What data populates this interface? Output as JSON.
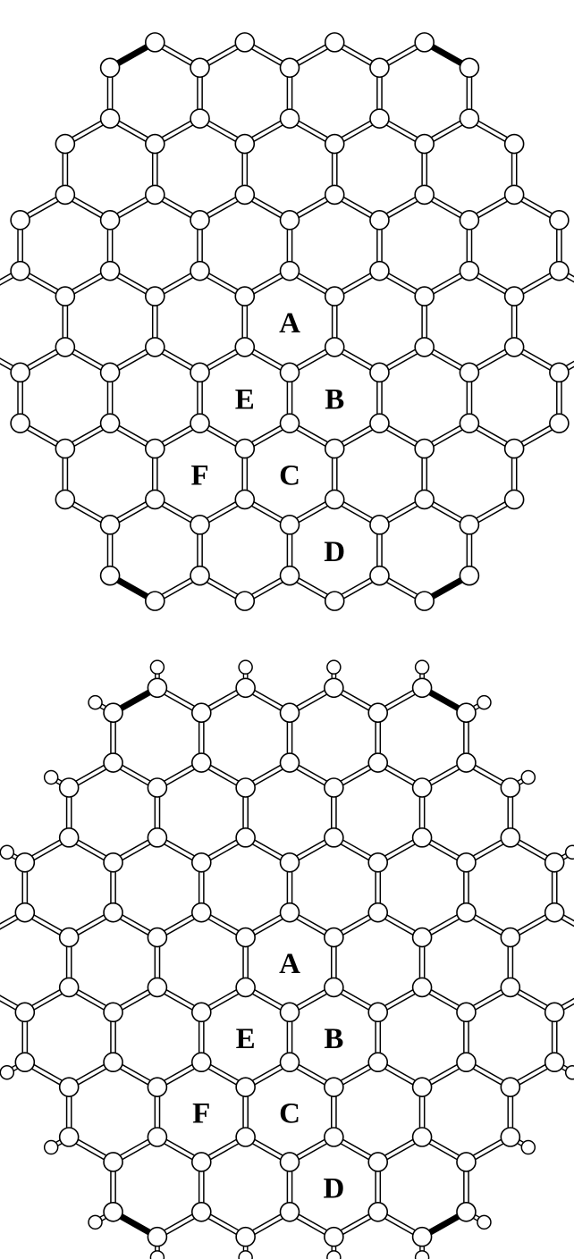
{
  "colors": {
    "background": "#ffffff",
    "bond": "#000000",
    "atom_fill": "#ffffff",
    "atom_stroke": "#000000"
  },
  "diagrams": [
    {
      "name": "bare-carbon-cluster",
      "has_hydrogens": false,
      "ring_labels": [
        {
          "id": "A",
          "text": "A"
        },
        {
          "id": "B",
          "text": "B"
        },
        {
          "id": "C",
          "text": "C"
        },
        {
          "id": "D",
          "text": "D"
        },
        {
          "id": "E",
          "text": "E"
        },
        {
          "id": "F",
          "text": "F"
        }
      ]
    },
    {
      "name": "hydrogen-terminated-cluster",
      "has_hydrogens": true,
      "ring_labels": [
        {
          "id": "A",
          "text": "A"
        },
        {
          "id": "B",
          "text": "B"
        },
        {
          "id": "C",
          "text": "C"
        },
        {
          "id": "D",
          "text": "D"
        },
        {
          "id": "E",
          "text": "E"
        },
        {
          "id": "F",
          "text": "F"
        }
      ]
    }
  ]
}
